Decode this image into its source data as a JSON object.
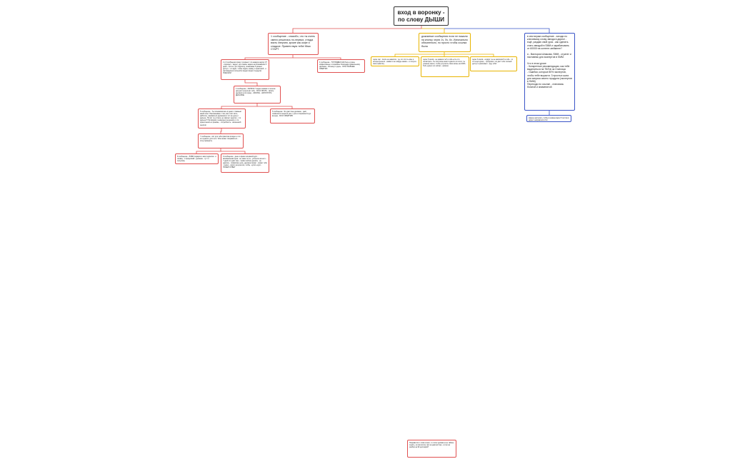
{
  "colors": {
    "red": "#e05050",
    "orange": "#e8b400",
    "blue": "#3a55c7",
    "root": "#333333"
  },
  "nodes": {
    "root": {
      "text": "вход в воронку -\nпо слову ДЫШИ"
    },
    "red1": {
      "text": "1 сообщение - спасибо, что ты очень смело решилась по-первых, откуда взять энергию, кроме как кофе и сладкое. Приветствую тебя! Жми СТАРТ"
    },
    "red2": {
      "text": "2 и 3 сообщения сразу: в момент что нажала кнопку СТ - приходит - видео, где ставлю задачи на ближайшие 5 дней - честно, про подписку, показываю 5 разных доступ - что ждёт, чтобы подать заявку и практикой - и наслаждаться пользой в предстоящих 4 неделях ПОЕХАЛИ"
    },
    "red3": {
      "text": "4 сообщение - ТОП ВИДЕО КАК быть в разы эффективнее и спокойнее благодаря правильному дыханию - 30 минут в день - ХОЧУ БОЛЬШЕ ЭНЕРГИИ"
    },
    "red4": {
      "text": "4 сообщение - ЗАПИСЬ 7 видео какими в течение дня даст результат тебе - ХОЧУ ЗНАТЬ - запись дыхания если сразу - ЗАПИСЬ - ЗАПУСТИТЬ ДЫХАНИЕ"
    },
    "red5": {
      "text": "5 сообщение - Ты познакомилась в днём с главным: какой опыт. Рассказываю о том, как стоит жить, работать, заниматься дыханием в тот же день и дальше. Но вот ты устала, не хватает энергии - что дальше? Поговорим о неверных решениях и что нужно менять в режиме, - потребность - жизненной энергии"
    },
    "red6": {
      "text": "5 сообщение: Что даёт мне дыхание - даёт, появляется энергия уже с утра и сохраняется до вечера - ХОЧУ ЭНЕРГИЮ"
    },
    "red7": {
      "text": "7 сообщение - вот для тебя практика в видео и что это нужно и для чего. Тебе может понравиться - хочу проверить"
    },
    "red8": {
      "text": "8 сообщение - ЛОВИ подарок и жми подписка - я покажу - и продолжай - дыхание - тут то получишь"
    },
    "red9": {
      "text": "9 сообщение - день и время основной курс - минимальная цена - не знаю ли ты - успеешь на него - 7 дней что даёт мне - прямо сейчас дышать - не удалось - появилась цель, дыхание может - может тебе - нужно - какого результата, чтобы - купить курс - НУЖЕН ОТВЕТ"
    },
    "y1": {
      "text": "дожимные сообщения если не нажали на кнопку через 1ч, 5ч, 6ч. Изначально обязательно, но просто чтобы ссылка была"
    },
    "y2": {
      "text": "через час - после не нажатия - ты, это что ты мне и интересуешься - нажми и не забудь нажать - и получи - свою практику"
    },
    "y3": {
      "text": "через 5 часов - не нажала ты? а тебе есть что посмотреть. Ты получишь много нужного из этого, ты узнаешь много, чтобы улучшить свою жизнь на 100%. Тебе нужно это сейчас - напиши"
    },
    "y4": {
      "text": "через 6 часов - а вдруг ты не написала? а тебе - то что ещё нужно, - продолжи, это даст тебе полный доступ и расскажет - жду тебя!"
    },
    "b1": {
      "text": "в инстаграм сообщение - заходи по ключевому слову звезда в директ - ещё, раздаю свой урок - как сделать стать звездой в SMM и зарабатывать от 60000 на контент-мейкинге?\n\nя - Виктория Шлакова, SMM - стратег и наставник для экспертов в SMM.\n\nЧто в этом уроке:\n- Конкретные рекомендации, как тебе выделиться на TikTok за 3 месяца\n- Ошибки, которые 80% экспертов, чтобы тебе вырасти. 3 простых шага для запуска своего продукта (экспертов в SMM)\nПереходи по ссылке - становись богатой и знаменитой"
    },
    "b2": {
      "text": "звание настроить чтобы в комментарии 5 постов в директ направлялся бот"
    },
    "bottom": {
      "text": "Понравится с этим ночем - и о всех делами-и-не тайнее ходить, но как могла, про на диагностику - а про на разбор на 90 долларов?"
    }
  }
}
